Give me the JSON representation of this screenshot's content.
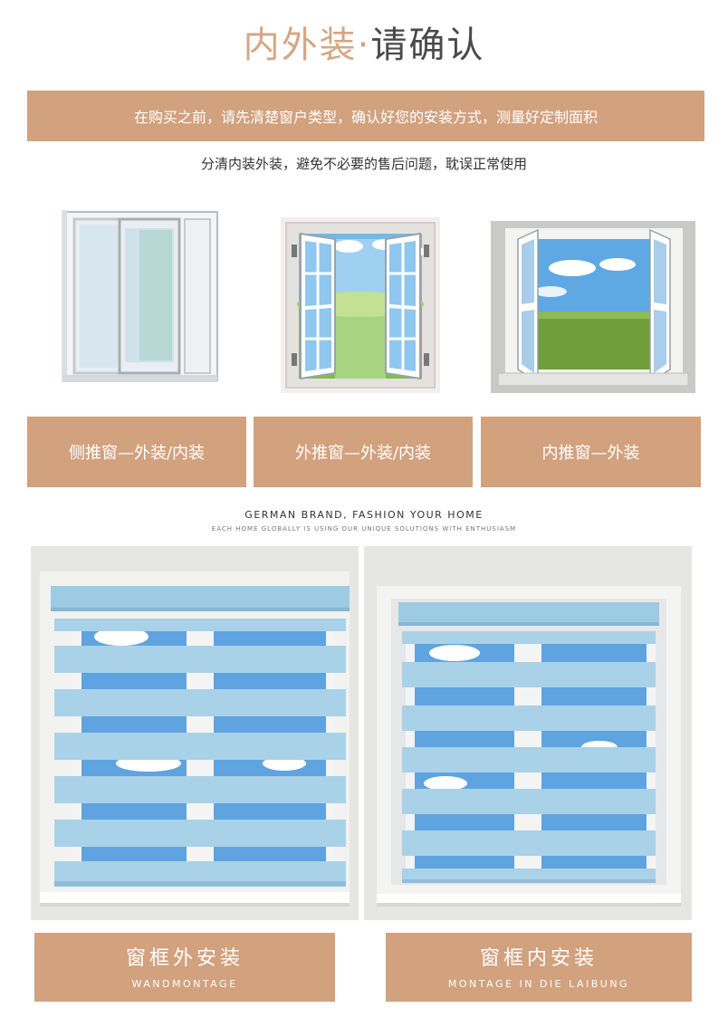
{
  "header": {
    "title_part1": "内外装",
    "title_dot": "·",
    "title_part2": "请确认",
    "banner": "在购买之前，请先清楚窗户类型，确认好您的安装方式，测量好定制面积",
    "subtitle": "分清内装外装，避免不必要的售后问题，耽误正常使用"
  },
  "window_types": [
    {
      "label": "侧推窗—外装/内装",
      "icon": "sliding-window"
    },
    {
      "label": "外推窗—外装/内装",
      "icon": "casement-window-out"
    },
    {
      "label": "内推窗—外装",
      "icon": "casement-window-in"
    }
  ],
  "brand": {
    "line1": "GERMAN BRAND, FASHION YOUR HOME",
    "line2": "EACH HOME GLOBALLY IS USING OUR UNIQUE SOLUTIONS WITH ENTHUSIASM"
  },
  "installs": [
    {
      "cn": "窗框外安装",
      "en": "WANDMONTAGE"
    },
    {
      "cn": "窗框内安装",
      "en": "MONTAGE IN DIE LAIBUNG"
    }
  ],
  "colors": {
    "accent": "#d2a17e",
    "title_accent": "#d4a784",
    "blind_blue": "#a6cfe6",
    "sky_blue": "#5aa8e6"
  }
}
